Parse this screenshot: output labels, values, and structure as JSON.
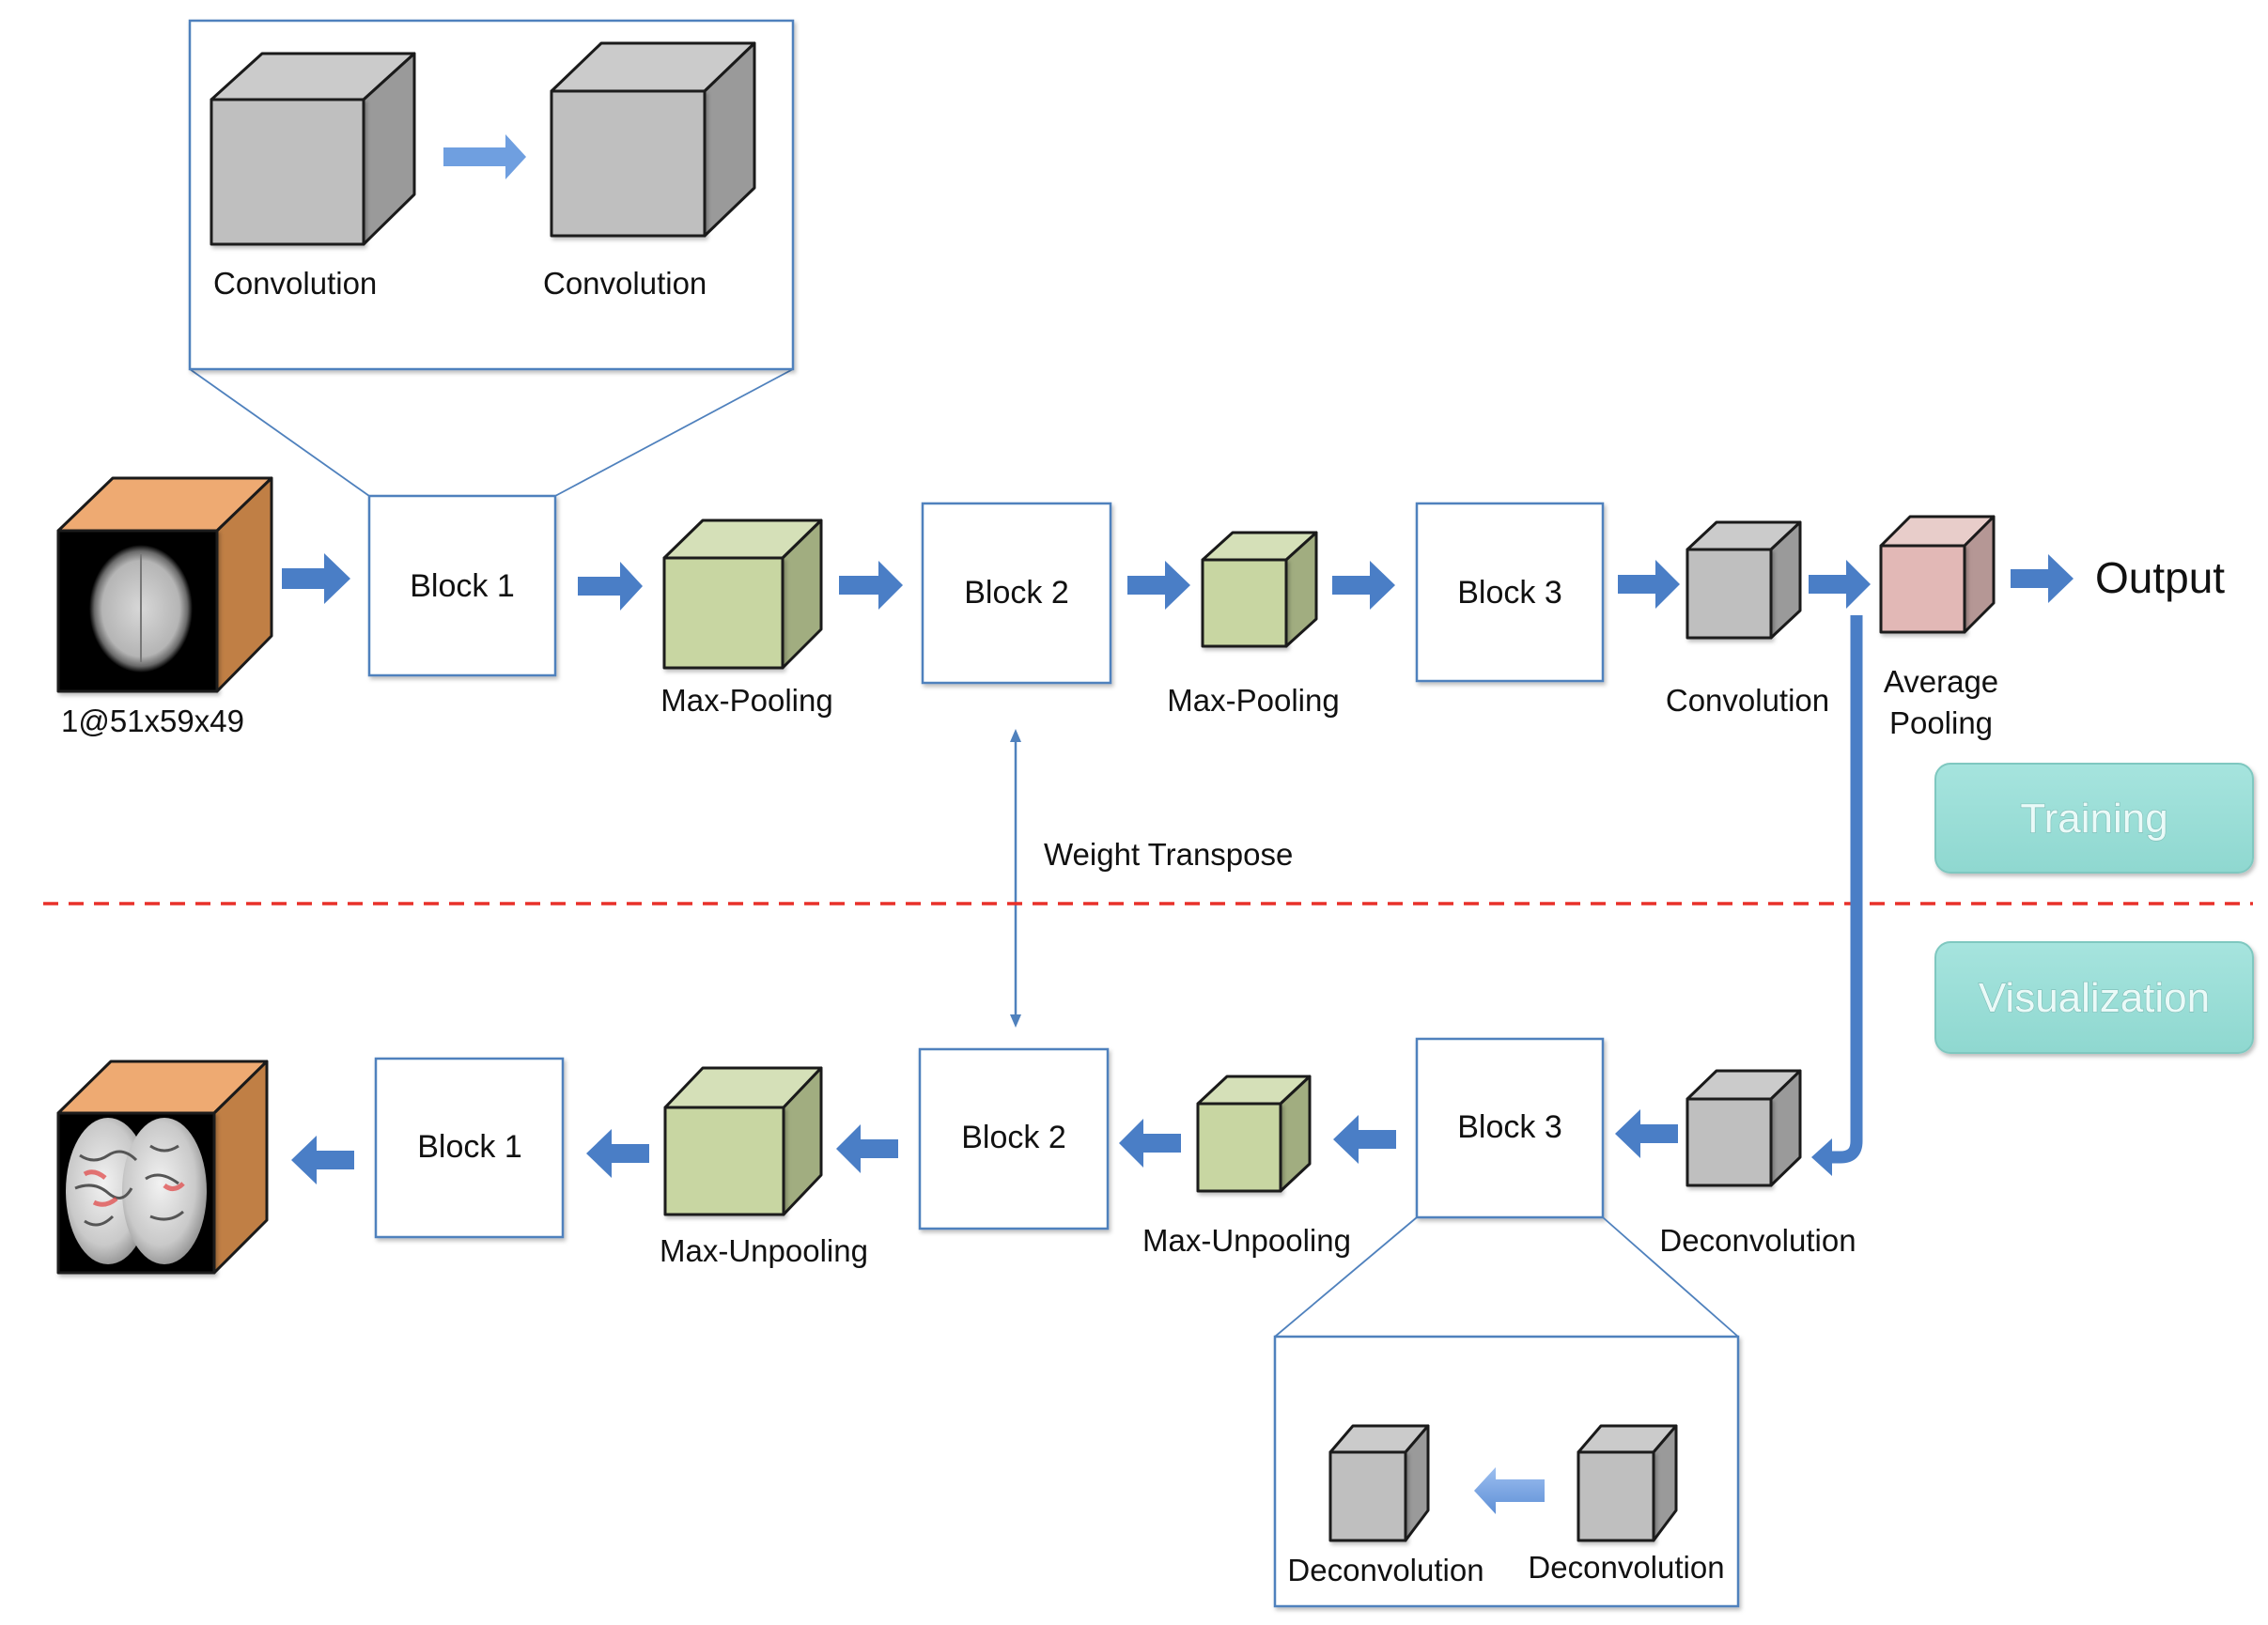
{
  "colors": {
    "arrow": "#4a7ec6",
    "box_border": "#4f81bd",
    "conv_cube": "#c0c0c0",
    "pool_cube": "#c8d6a2",
    "avg_pool_cube": "#e2b8b6",
    "input_cube": "#eeaa72",
    "divider": "#e8302a",
    "mode_button": "#97ddd6"
  },
  "top_inset": {
    "left_label": "Convolution",
    "right_label": "Convolution"
  },
  "training_row": {
    "input_label": "1@51x59x49",
    "block1": "Block 1",
    "pool1_label": "Max-Pooling",
    "block2": "Block 2",
    "pool2_label": "Max-Pooling",
    "block3": "Block 3",
    "conv_label": "Convolution",
    "avg_pool_label_line1": "Average",
    "avg_pool_label_line2": "Pooling",
    "output_label": "Output"
  },
  "weight_transpose_label": "Weight Transpose",
  "mode_buttons": {
    "training": "Training",
    "visualization": "Visualization"
  },
  "visualization_row": {
    "block1": "Block 1",
    "unpool1_label": "Max-Unpooling",
    "block2": "Block 2",
    "unpool2_label": "Max-Unpooling",
    "block3": "Block 3",
    "deconv_label": "Deconvolution"
  },
  "bottom_inset": {
    "left_label": "Deconvolution",
    "right_label": "Deconvolution"
  }
}
